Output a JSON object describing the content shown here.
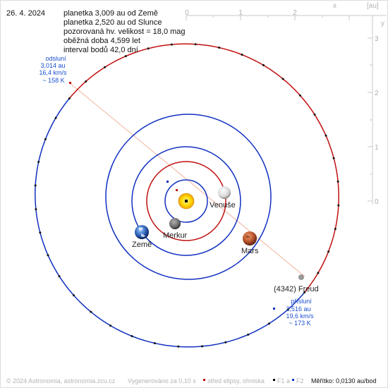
{
  "date": "26. 4. 2024",
  "info_lines": [
    "planetka 3,009 au od Země",
    "planetka 2,520 au od Slunce",
    "pozorovaná hv. velikost = 18,0 mag",
    "oběžná doba 4,599 let",
    "interval bodů 42,0 dní"
  ],
  "axis": {
    "unit": "[au]",
    "x_label": "x",
    "y_label": "y",
    "x_ticks": [
      "0",
      "1",
      "2"
    ],
    "y_ticks": [
      "3",
      "2",
      "1",
      "0"
    ]
  },
  "aphelion": {
    "title": "odsluní",
    "distance": "3,014 au",
    "speed": "16,4 km/s",
    "temperature": "~ 158 K"
  },
  "perihelion": {
    "title": "přísluní",
    "distance": "2,516 au",
    "speed": "19,6 km/s",
    "temperature": "~ 173 K"
  },
  "bodies": {
    "venus": "Venuše",
    "mercury": "Merkur",
    "earth": "Země",
    "mars": "Mars",
    "asteroid": "(4342) Freud"
  },
  "footer": {
    "copyright": "© 2024 Astronomia, astronomia.zcu.cz",
    "generated": "Vygenerováno za 0,10 s",
    "legend_center": "střed elipsy, ohniska",
    "legend_f1": "F1",
    "legend_a": "a",
    "legend_f2": "F2",
    "scale": "Měřítko: 0,0130 au/bod"
  },
  "colors": {
    "orbit_red": "#c01010",
    "orbit_blue": "#1030c0",
    "label_blue": "#1a4fd0",
    "apsis_line": "#f2b49a",
    "axis_gray": "#c8c8c8",
    "footer_gray": "#b4b4b4"
  }
}
